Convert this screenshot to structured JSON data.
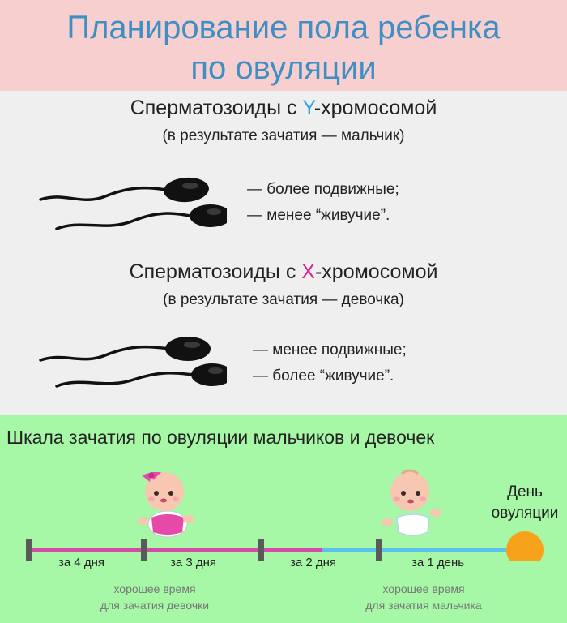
{
  "header": {
    "title_line1": "Планирование пола ребенка",
    "title_line2": "по овуляции"
  },
  "y_section": {
    "heading_prefix": "Сперматозоиды с ",
    "letter": "Y",
    "heading_suffix": "-хромосомой",
    "subheading": "(в результате зачатия — мальчик)",
    "prop1": "— более подвижные;",
    "prop2": "— менее “живучие”."
  },
  "x_section": {
    "heading_prefix": "Сперматозоиды с ",
    "letter": "X",
    "heading_suffix": "-хромосомой",
    "subheading": "(в результате зачатия — девочка)",
    "prop1": "— менее подвижные;",
    "prop2": "— более “живучие”."
  },
  "scale": {
    "title": "Шкала зачатия по овуляции мальчиков и девочек",
    "ovulation_label_line1": "День",
    "ovulation_label_line2": "овуляции",
    "segments": [
      "за 4 дня",
      "за 3 дня",
      "за 2 дня",
      "за 1 день"
    ],
    "girl_note_line1": "хорошее время",
    "girl_note_line2": "для зачатия девочки",
    "boy_note_line1": "хорошее время",
    "boy_note_line2": "для зачатия мальчика"
  },
  "colors": {
    "title_blue": "#3f8fc4",
    "y_letter": "#2aa3e6",
    "x_letter": "#e0208a",
    "girl_line": "#d84aa8",
    "boy_line": "#5bc0ee",
    "ovulation_dot": "#f7a21b"
  },
  "icons": [
    "sperm-icon",
    "baby-girl-icon",
    "baby-boy-icon",
    "ovulation-dot-icon"
  ]
}
